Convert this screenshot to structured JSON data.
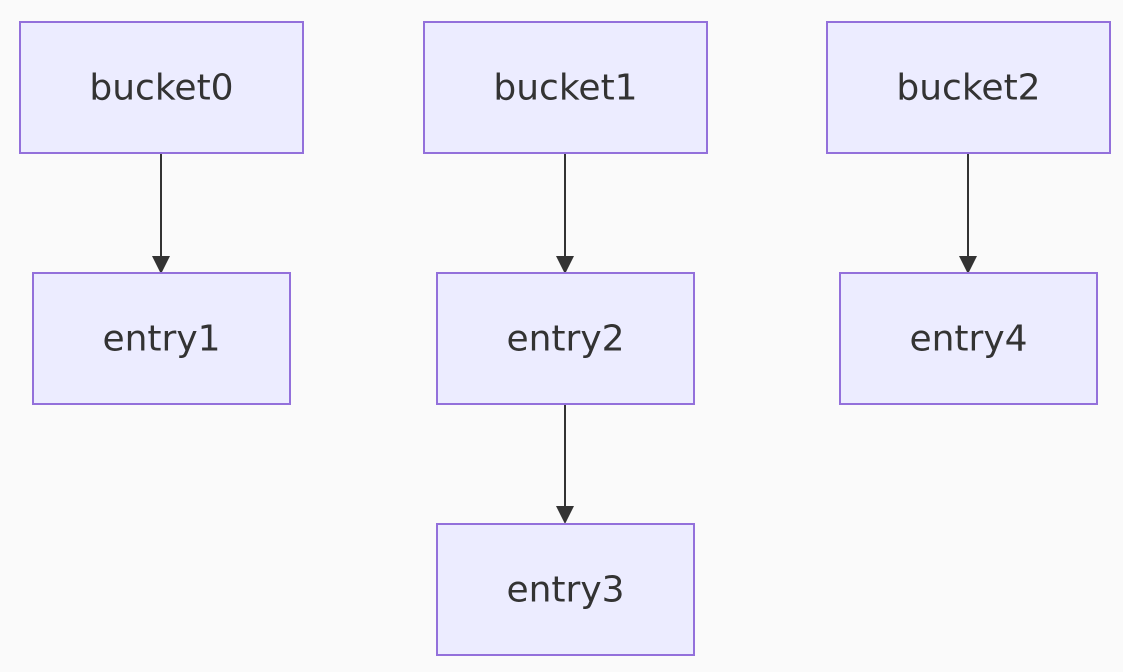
{
  "diagram": {
    "nodes": {
      "bucket0": "bucket0",
      "bucket1": "bucket1",
      "bucket2": "bucket2",
      "entry1": "entry1",
      "entry2": "entry2",
      "entry3": "entry3",
      "entry4": "entry4"
    },
    "edges": [
      {
        "from": "bucket0",
        "to": "entry1"
      },
      {
        "from": "bucket1",
        "to": "entry2"
      },
      {
        "from": "entry2",
        "to": "entry3"
      },
      {
        "from": "bucket2",
        "to": "entry4"
      }
    ],
    "colors": {
      "node_fill": "#ececff",
      "node_border": "#9370db",
      "edge": "#333333",
      "text": "#333333",
      "background": "#fafafa"
    }
  }
}
